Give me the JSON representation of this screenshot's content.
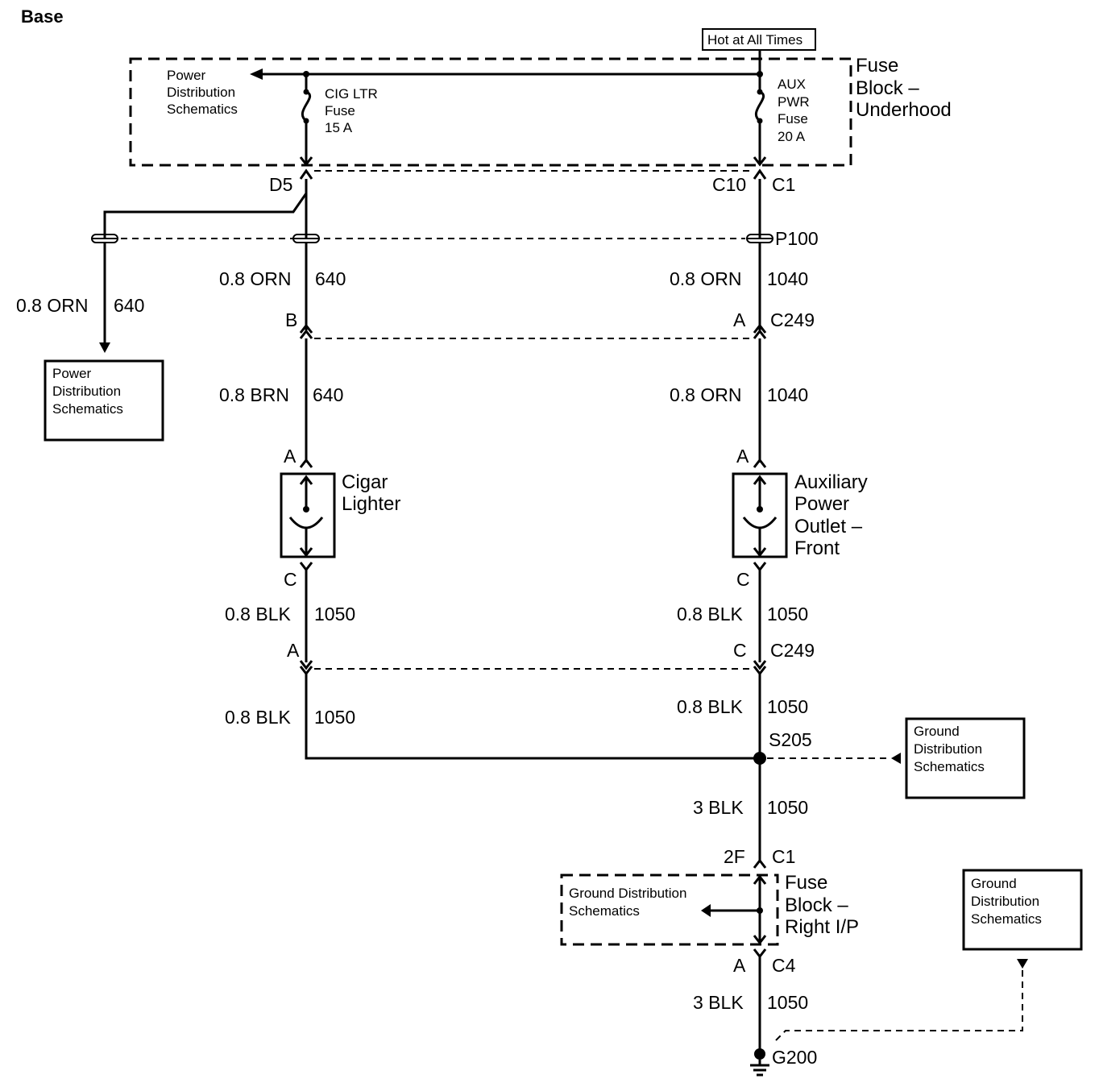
{
  "title": "Base",
  "hot_tag": "Hot at All Times",
  "fuse_block_underhood": [
    "Fuse",
    "Block –",
    "Underhood"
  ],
  "pds_top": [
    "Power",
    "Distribution",
    "Schematics"
  ],
  "cig_fuse": [
    "CIG LTR",
    "Fuse",
    "15 A"
  ],
  "aux_fuse": [
    "AUX",
    "PWR",
    "Fuse",
    "20 A"
  ],
  "conn_d5": "D5",
  "conn_c10": "C10",
  "conn_c1_top": "C1",
  "splice_p100": "P100",
  "left_branch": {
    "gauge": "0.8 ORN",
    "circuit": "640",
    "box": [
      "Power",
      "Distribution",
      "Schematics"
    ]
  },
  "left_col": {
    "w1_gauge": "0.8 ORN",
    "w1_circuit": "640",
    "pin_b": "B",
    "w2_gauge": "0.8 BRN",
    "w2_circuit": "640",
    "pin_a": "A",
    "device": [
      "Cigar",
      "Lighter"
    ],
    "pin_c": "C",
    "w3_gauge": "0.8 BLK",
    "w3_circuit": "1050",
    "pin_a2": "A",
    "w4_gauge": "0.8 BLK",
    "w4_circuit": "1050"
  },
  "right_col": {
    "w1_gauge": "0.8 ORN",
    "w1_circuit": "1040",
    "pin_a": "A",
    "conn": "C249",
    "w2_gauge": "0.8 ORN",
    "w2_circuit": "1040",
    "pin_a2": "A",
    "device": [
      "Auxiliary",
      "Power",
      "Outlet –",
      "Front"
    ],
    "pin_c": "C",
    "w3_gauge": "0.8 BLK",
    "w3_circuit": "1050",
    "pin_c2": "C",
    "conn2": "C249",
    "w4_gauge": "0.8 BLK",
    "w4_circuit": "1050"
  },
  "splice_s205": "S205",
  "gds_right": [
    "Ground",
    "Distribution",
    "Schematics"
  ],
  "w5_gauge": "3 BLK",
  "w5_circuit": "1050",
  "pin_2f": "2F",
  "conn_c1_bot": "C1",
  "fuse_block_ip": [
    "Fuse",
    "Block –",
    "Right I/P"
  ],
  "gds_inner": [
    "Ground Distribution",
    "Schematics"
  ],
  "pin_a_bot": "A",
  "conn_c4": "C4",
  "w6_gauge": "3 BLK",
  "w6_circuit": "1050",
  "gds_bottom": [
    "Ground",
    "Distribution",
    "Schematics"
  ],
  "ground_g200": "G200"
}
